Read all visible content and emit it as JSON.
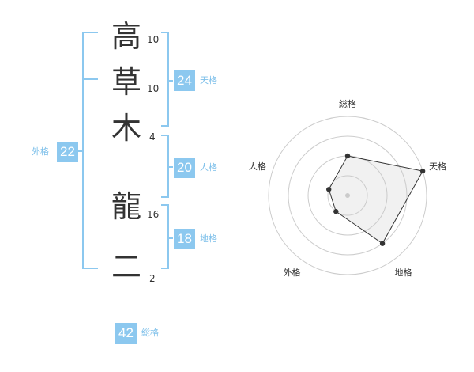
{
  "name": {
    "chars": [
      {
        "char": "高",
        "strokes": "10"
      },
      {
        "char": "草",
        "strokes": "10"
      },
      {
        "char": "木",
        "strokes": "4"
      },
      {
        "char": "龍",
        "strokes": "16"
      },
      {
        "char": "二",
        "strokes": "2"
      }
    ]
  },
  "fortune": {
    "tenkaku": {
      "value": "24",
      "label": "天格"
    },
    "jinkaku": {
      "value": "20",
      "label": "人格"
    },
    "chikaku": {
      "value": "18",
      "label": "地格"
    },
    "gaikaku": {
      "value": "22",
      "label": "外格"
    },
    "soukaku": {
      "value": "42",
      "label": "総格"
    }
  },
  "colors": {
    "accent": "#8cc8ef",
    "accent_text": "#7ec0ea",
    "text": "#333333"
  },
  "chart_data": {
    "type": "radar",
    "axes": [
      "総格",
      "天格",
      "地格",
      "外格",
      "人格"
    ],
    "values": [
      2,
      4,
      3,
      1,
      1
    ],
    "rmax": 4,
    "rings": 4,
    "grid": true
  }
}
